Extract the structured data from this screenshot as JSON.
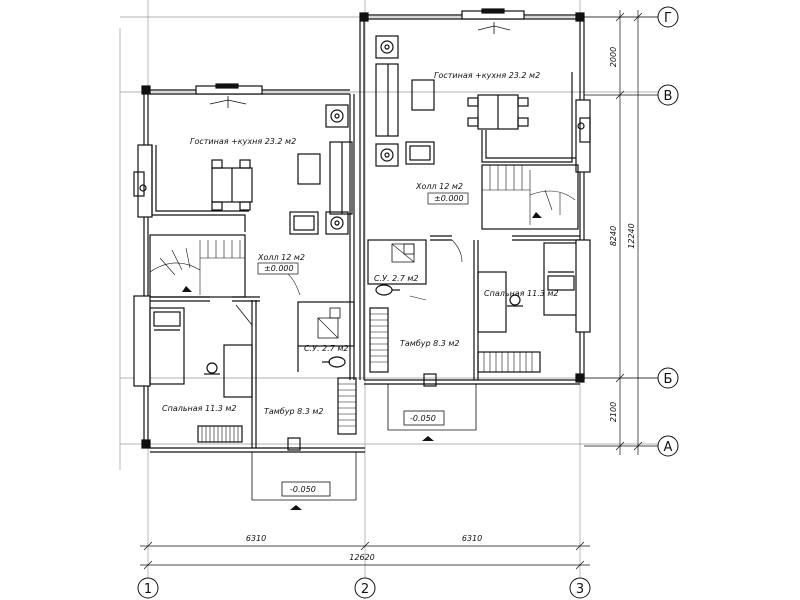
{
  "axes": {
    "horizontal": [
      "Г",
      "В",
      "Б",
      "А"
    ],
    "vertical": [
      "1",
      "2",
      "3"
    ]
  },
  "rooms": {
    "left": {
      "living": "Гостиная +кухня 23.2 м2",
      "hall": "Холл 12 м2",
      "hall_level": "±0.000",
      "bedroom": "Спальная 11.3 м2",
      "wc": "С.У. 2.7 м2",
      "vestibule": "Тамбур 8.3 м2",
      "entry_level": "-0.050"
    },
    "right": {
      "living": "Гостиная +кухня 23.2 м2",
      "hall": "Холл 12 м2",
      "hall_level": "±0.000",
      "bedroom": "Спальная 11.3 м2",
      "wc": "С.У. 2.7 м2",
      "vestibule": "Тамбур 8.3 м2",
      "entry_level": "-0.050"
    }
  },
  "dimensions": {
    "bottom_left": "6310",
    "bottom_right": "6310",
    "bottom_total": "12620",
    "right_top": "2000",
    "right_mid": "8240",
    "right_total": "12240",
    "right_bottom": "2100"
  }
}
